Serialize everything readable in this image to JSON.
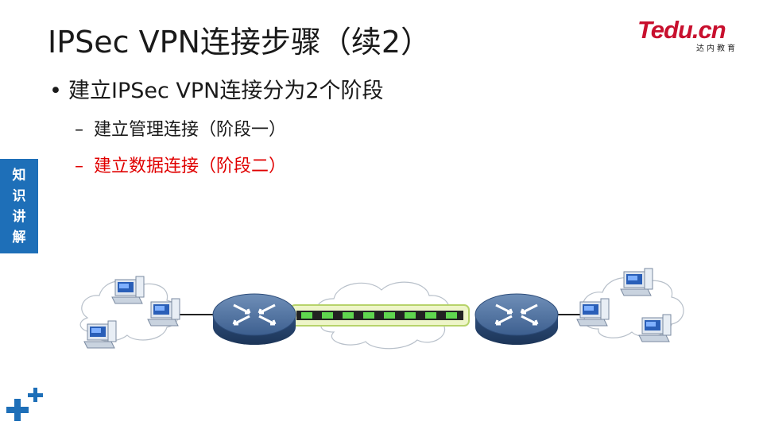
{
  "slide": {
    "title": "IPSec VPN连接步骤（续2）"
  },
  "logo": {
    "main_text": "Tedu.cn",
    "sub_text": "达内教育"
  },
  "bullets": {
    "level1": "建立IPSec VPN连接分为2个阶段",
    "sub": [
      {
        "text": "建立管理连接（阶段一）",
        "color": "#1a1a1a"
      },
      {
        "text": "建立数据连接（阶段二）",
        "color": "#e00000"
      }
    ]
  },
  "side_tab": {
    "chars": [
      "知",
      "识",
      "讲",
      "解"
    ],
    "color": "#1e6fb8"
  },
  "diagram": {
    "icons": [
      "cloud-icon",
      "computer-icon",
      "router-icon",
      "tunnel-icon"
    ]
  }
}
